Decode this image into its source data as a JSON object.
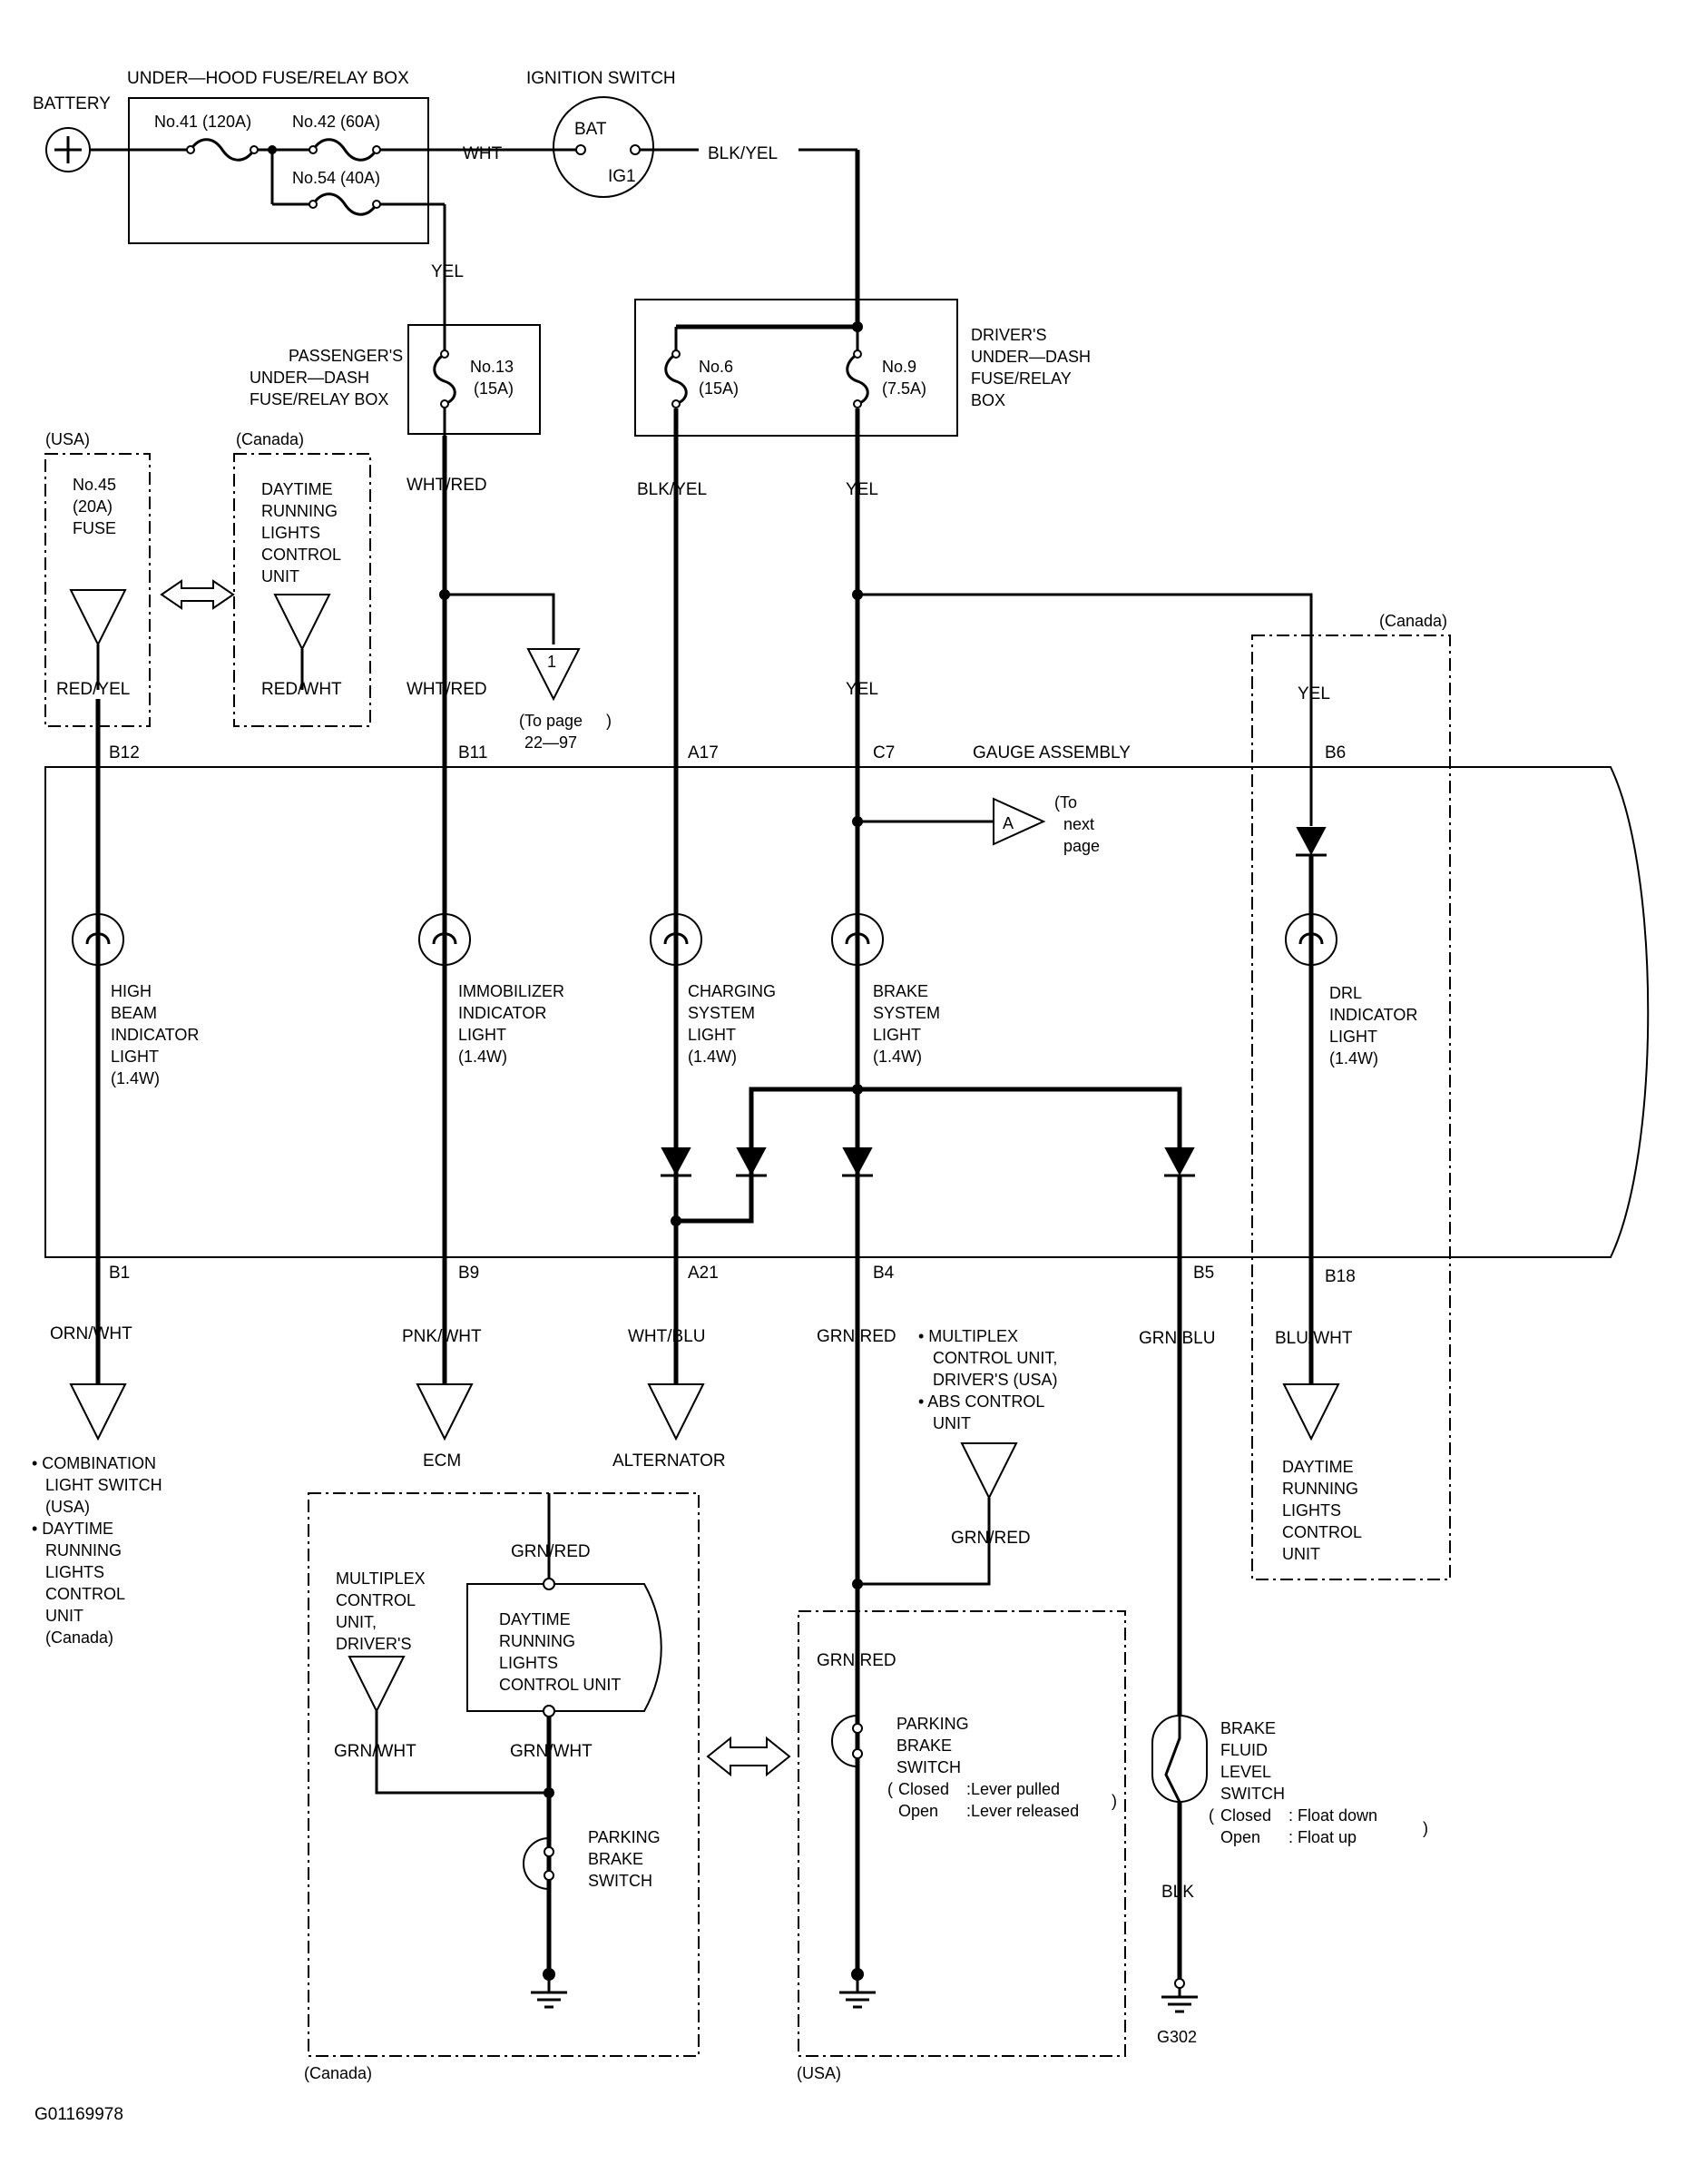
{
  "labels": {
    "battery": "BATTERY",
    "under_hood_box": "UNDER—HOOD FUSE/RELAY BOX",
    "ignition_switch": "IGNITION SWITCH",
    "fuse41": "No.41 (120A)",
    "fuse42": "No.42 (60A)",
    "fuse54": "No.54 (40A)",
    "wht": "WHT",
    "bat": "BAT",
    "ig1": "IG1",
    "blk_yel_top": "BLK/YEL",
    "yel_top": "YEL",
    "passenger_box": [
      "PASSENGER'S",
      "UNDER—DASH",
      "FUSE/RELAY BOX"
    ],
    "fuse13": [
      "No.13",
      "(15A)"
    ],
    "fuse6": [
      "No.6",
      "(15A)"
    ],
    "fuse9": [
      "No.9",
      "(7.5A)"
    ],
    "driver_box": [
      "DRIVER'S",
      "UNDER—DASH",
      "FUSE/RELAY",
      "BOX"
    ],
    "usa_tag": "(USA)",
    "canada_tag": "(Canada)",
    "fuse45": [
      "No.45",
      "(20A)",
      "FUSE"
    ],
    "drl_unit_top": [
      "DAYTIME",
      "RUNNING",
      "LIGHTS",
      "CONTROL",
      "UNIT"
    ],
    "red_yel": "RED/YEL",
    "red_wht": "RED/WHT",
    "wht_red_1": "WHT/RED",
    "wht_red_2": "WHT/RED",
    "blk_yel_2": "BLK/YEL",
    "yel_2": "YEL",
    "yel_3": "YEL",
    "yel_4": "YEL",
    "to_page_1": "1",
    "to_page_text": [
      "(To page",
      "22—97"
    ],
    "b12": "B12",
    "b11": "B11",
    "a17": "A17",
    "c7": "C7",
    "gauge_assembly": "GAUGE ASSEMBLY",
    "b6": "B6",
    "to_next_a": "A",
    "to_next_text": [
      "(To",
      "next",
      "page"
    ],
    "high_beam": [
      "HIGH",
      "BEAM",
      "INDICATOR",
      "LIGHT",
      "(1.4W)"
    ],
    "immobilizer": [
      "IMMOBILIZER",
      "INDICATOR",
      "LIGHT",
      "(1.4W)"
    ],
    "charging": [
      "CHARGING",
      "SYSTEM",
      "LIGHT",
      "(1.4W)"
    ],
    "brake_sys": [
      "BRAKE",
      "SYSTEM",
      "LIGHT",
      "(1.4W)"
    ],
    "drl_ind": [
      "DRL",
      "INDICATOR",
      "LIGHT",
      "(1.4W)"
    ],
    "b1": "B1",
    "b9": "B9",
    "a21": "A21",
    "b4": "B4",
    "b5": "B5",
    "b18": "B18",
    "orn_wht": "ORN/WHT",
    "pnk_wht": "PNK/WHT",
    "wht_blu": "WHT/BLU",
    "grn_red_1": "GRN/RED",
    "grn_blu": "GRN/BLU",
    "blu_wht": "BLU/WHT",
    "combo_switch": [
      "• COMBINATION",
      "LIGHT SWITCH",
      "(USA)",
      "• DAYTIME",
      "RUNNING",
      "LIGHTS",
      "CONTROL",
      "UNIT",
      "(Canada)"
    ],
    "ecm": "ECM",
    "alternator": "ALTERNATOR",
    "multiplex_abs": [
      "• MULTIPLEX",
      "CONTROL UNIT,",
      "DRIVER'S (USA)",
      "• ABS CONTROL",
      "UNIT"
    ],
    "grn_red_2": "GRN/RED",
    "drl_unit_right": [
      "DAYTIME",
      "RUNNING",
      "LIGHTS",
      "CONTROL",
      "UNIT"
    ],
    "grn_red_3": "GRN/RED",
    "multiplex_drv": [
      "MULTIPLEX",
      "CONTROL",
      "UNIT,",
      "DRIVER'S"
    ],
    "drl_unit_inner": [
      "DAYTIME",
      "RUNNING",
      "LIGHTS",
      "CONTROL UNIT"
    ],
    "grn_wht_1": "GRN/WHT",
    "grn_wht_2": "GRN/WHT",
    "pbs_canada": [
      "PARKING",
      "BRAKE",
      "SWITCH"
    ],
    "canada_bottom": "(Canada)",
    "grn_red_4": "GRN/RED",
    "pbs_usa": [
      "PARKING",
      "BRAKE",
      "SWITCH"
    ],
    "pbs_closed": [
      "Closed",
      ":Lever pulled"
    ],
    "pbs_open": [
      "Open",
      ":Lever released"
    ],
    "usa_bottom": "(USA)",
    "bfl_switch": [
      "BRAKE",
      "FLUID",
      "LEVEL",
      "SWITCH"
    ],
    "bfl_closed": [
      "Closed",
      ": Float down"
    ],
    "bfl_open": [
      "Open",
      ": Float up"
    ],
    "blk": "BLK",
    "g302": "G302",
    "fig_id": "G01169978"
  }
}
